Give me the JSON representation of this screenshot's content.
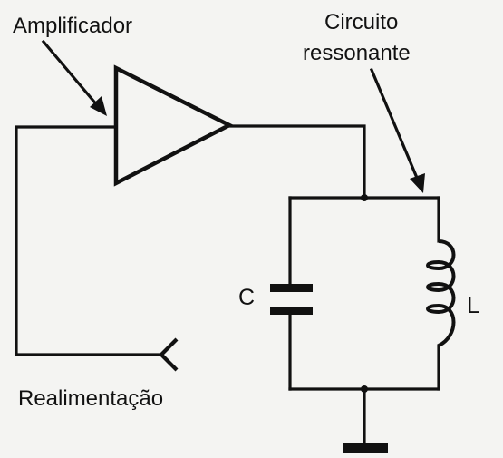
{
  "labels": {
    "amplifier": "Amplificador",
    "resonant_line1": "Circuito",
    "resonant_line2": "ressonante",
    "capacitor": "C",
    "inductor": "L",
    "feedback": "Realimentação"
  },
  "colors": {
    "ink": "#111111",
    "paper": "#f4f4f2"
  }
}
